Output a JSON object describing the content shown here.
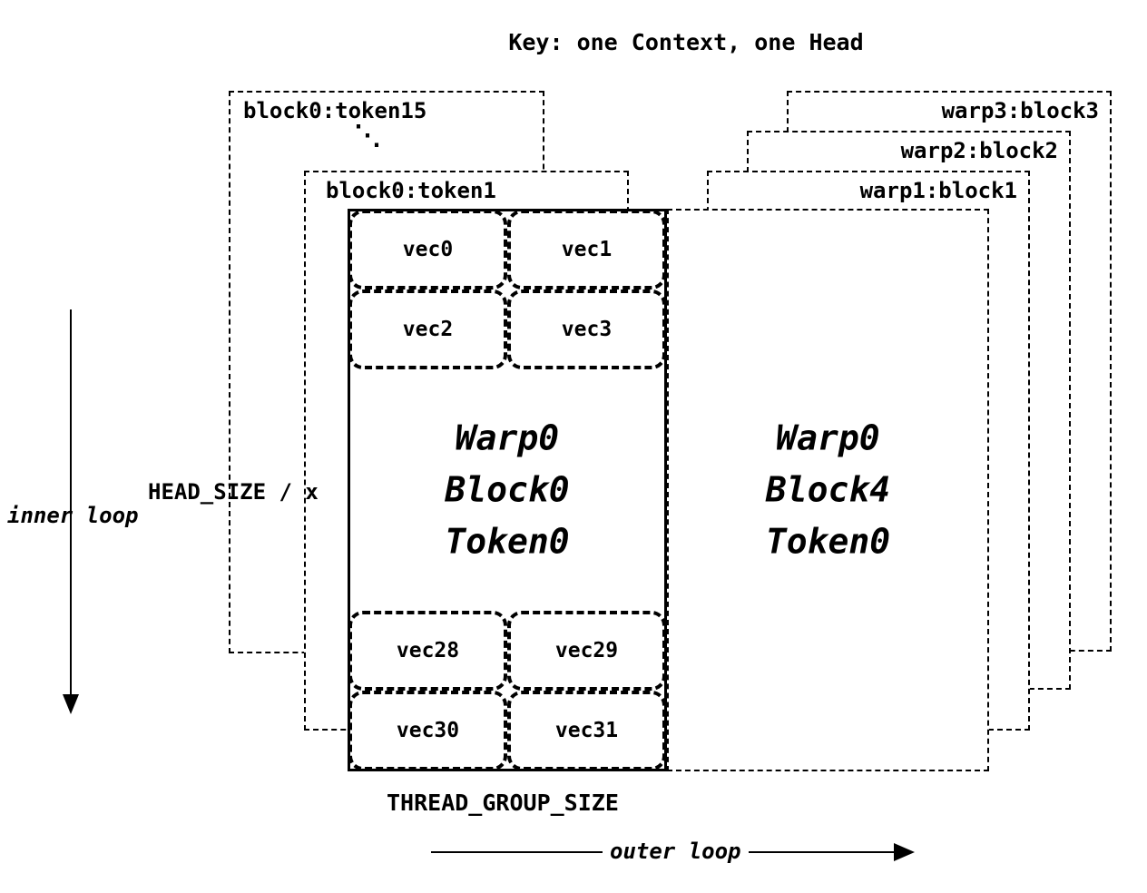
{
  "title": "Key: one Context, one Head",
  "axes": {
    "inner_loop": "inner loop",
    "outer_loop": "outer loop",
    "head_size": "HEAD_SIZE / x",
    "thread_group_size": "THREAD_GROUP_SIZE"
  },
  "left_stack": {
    "ellipsis": "⋱",
    "boxes": [
      {
        "label": "block0:token15"
      },
      {
        "label": "block0:token1"
      }
    ]
  },
  "right_stack": {
    "boxes": [
      {
        "label": "warp3:block3"
      },
      {
        "label": "warp2:block2"
      },
      {
        "label": "warp1:block1"
      }
    ]
  },
  "main_block": {
    "title_lines": [
      "Warp0",
      "Block0",
      "Token0"
    ],
    "top_vecs": [
      "vec0",
      "vec1",
      "vec2",
      "vec3"
    ],
    "bottom_vecs": [
      "vec28",
      "vec29",
      "vec30",
      "vec31"
    ]
  },
  "right_block": {
    "title_lines": [
      "Warp0",
      "Block4",
      "Token0"
    ]
  }
}
